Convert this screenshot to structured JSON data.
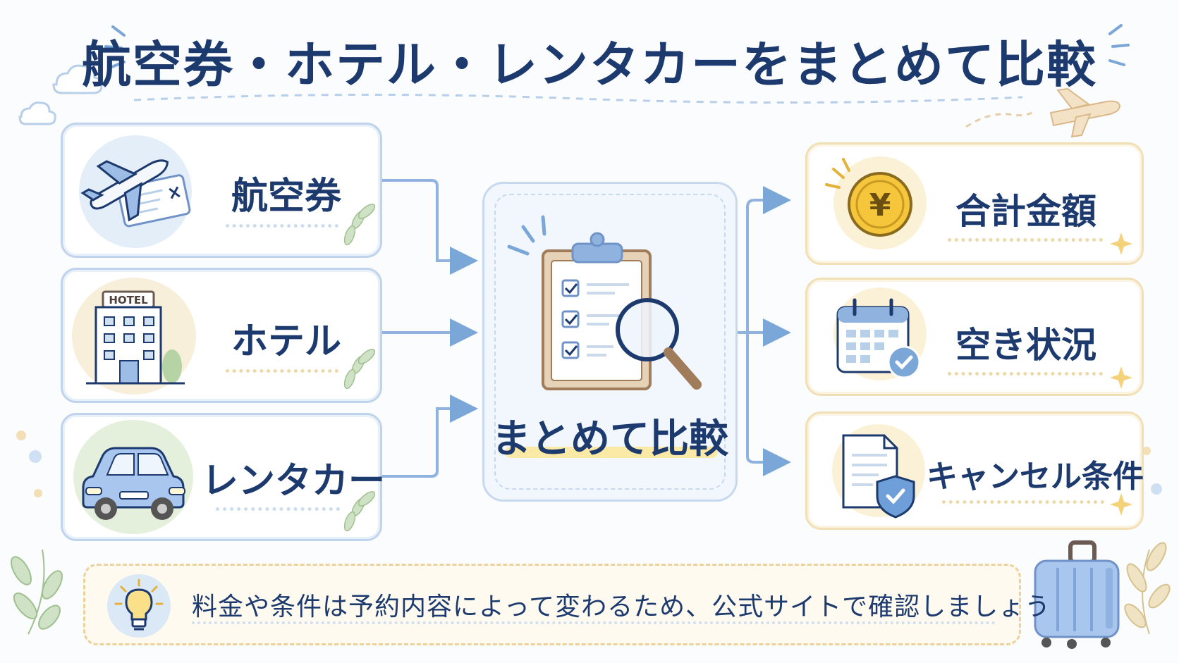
{
  "title": "航空券・ホテル・レンタカーをまとめて比較",
  "inputs": [
    {
      "label": "航空券",
      "icon": "airplane-ticket-icon"
    },
    {
      "label": "ホテル",
      "icon": "hotel-building-icon"
    },
    {
      "label": "レンタカー",
      "icon": "car-icon"
    }
  ],
  "center": {
    "label": "まとめて比較",
    "icon": "clipboard-magnifier-icon"
  },
  "hotel_sign": "HOTEL",
  "yen_symbol": "¥",
  "outputs": [
    {
      "label": "合計金額",
      "icon": "yen-coin-icon"
    },
    {
      "label": "空き状況",
      "icon": "calendar-check-icon"
    },
    {
      "label": "キャンセル条件",
      "icon": "document-shield-icon"
    }
  ],
  "note": {
    "text": "料金や条件は予約内容によって変わるため、公式サイトで確認しましょう",
    "icon": "lightbulb-icon"
  },
  "colors": {
    "navy": "#1d3a6e",
    "blue": "#7aa6d8",
    "cream": "#f1dfb6",
    "gold": "#f0c23a"
  }
}
